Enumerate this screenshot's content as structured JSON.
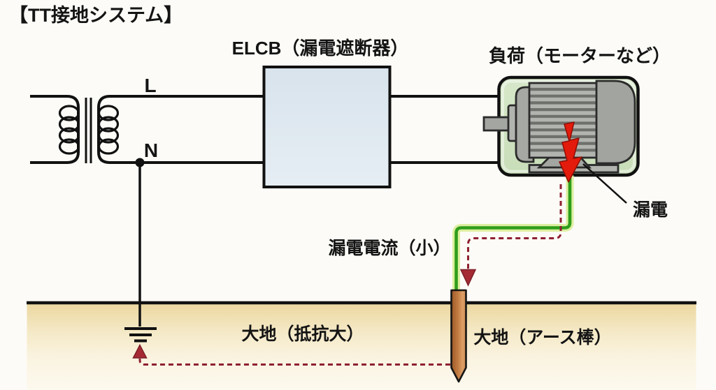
{
  "title": "【TT接地システム】",
  "labels": {
    "elcb": "ELCB（漏電遮断器）",
    "load": "負荷（モーターなど）",
    "line_l": "L",
    "line_n": "N",
    "leak": "漏電",
    "leak_current": "漏電電流（小）",
    "earth_resistance": "大地（抵抗大）",
    "earth_rod": "大地（アース棒）"
  },
  "icons": {
    "transformer": "transformer-coil-symbol",
    "elcb": "elcb-breaker-box",
    "motor": "electric-motor-icon",
    "lightning": "leakage-lightning-arrow-icon",
    "ground_symbol": "earth-ground-symbol",
    "earth_rod": "earth-rod-stake",
    "leakage_path": "dashed-leakage-current-arrow"
  },
  "colors": {
    "background": "#fcfbf7",
    "line_black": "#111111",
    "elcb_fill": "#dde7ef",
    "load_box_fill": "#cfe2c2",
    "motor_gray": "#a8aaa5",
    "wire_green": "#2f9e1b",
    "wire_green_glow": "#ddefa0",
    "leak_dash": "#8e2030",
    "leak_arrow": "#a52a33",
    "lightning_red": "#e31b0c",
    "rod_brown": "#c27c42",
    "soil_tan": "#ebd7a0"
  }
}
